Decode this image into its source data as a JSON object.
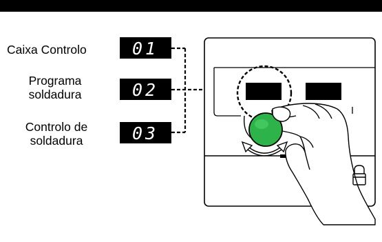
{
  "labels": [
    {
      "text": "Caixa Controlo"
    },
    {
      "lines": [
        "Programa",
        "soldadura"
      ]
    },
    {
      "lines": [
        "Controlo de",
        "soldadura"
      ]
    }
  ],
  "displays": [
    "01",
    "02",
    "03"
  ],
  "colors": {
    "knob": "#2db34a",
    "knob_highlight": "#4fd46a",
    "display_bg": "#000000",
    "display_text": "#ffffff"
  },
  "icons": [
    "hand-icon",
    "rotate-arrows-icon",
    "lock-icon"
  ]
}
